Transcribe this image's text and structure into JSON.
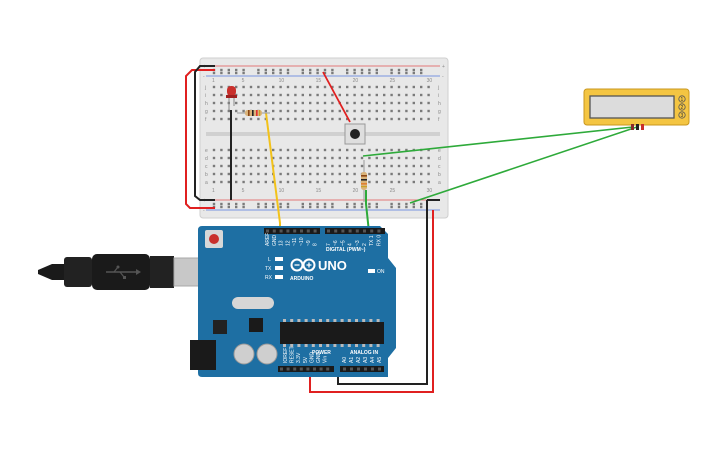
{
  "canvas": {
    "background": "#ffffff"
  },
  "arduino": {
    "model": "UNO",
    "brand": "ARDUINO",
    "section_digital": "DIGITAL (PWM~)",
    "section_power": "POWER",
    "section_analog": "ANALOG IN",
    "digital_pins": [
      "AREF",
      "GND",
      "13",
      "12",
      "~11",
      "~10",
      "~9",
      "8",
      "7",
      "~6",
      "~5",
      "4",
      "~3",
      "2",
      "TX 1",
      "RX 0"
    ],
    "power_pins": [
      "IOREF",
      "RESET",
      "3.3V",
      "5V",
      "GND",
      "GND",
      "Vin"
    ],
    "analog_pins": [
      "A0",
      "A1",
      "A2",
      "A3",
      "A4",
      "A5"
    ],
    "led_labels": [
      "L",
      "TX",
      "RX"
    ],
    "on_label": "ON",
    "board_color": "#1e6fa3"
  },
  "breadboard": {
    "row_letters_top": [
      "j",
      "i",
      "h",
      "g",
      "f"
    ],
    "row_letters_bottom": [
      "e",
      "d",
      "c",
      "b",
      "a"
    ],
    "columns": [
      "1",
      "5",
      "10",
      "15",
      "20",
      "25",
      "30"
    ],
    "rail_plus": "+",
    "rail_minus": "-"
  },
  "components": {
    "led_color": "#c9302c",
    "lcd_pins": [
      "1",
      "2",
      "3"
    ]
  },
  "wires": {
    "red": "#e02020",
    "black": "#222222",
    "green": "#2eaa3a",
    "yellow": "#f2c21b"
  },
  "usb": {
    "cable_color": "#1a1a1a",
    "plug_color": "#c8c8c8"
  }
}
